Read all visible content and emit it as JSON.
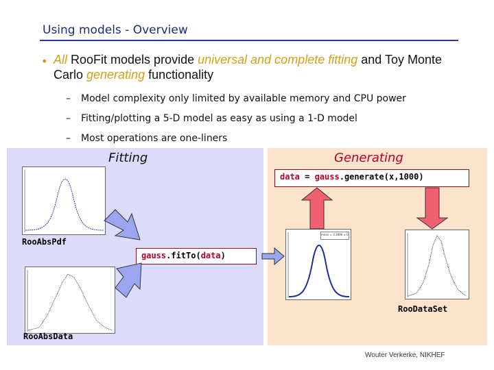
{
  "title": "Using models - Overview",
  "bullet": {
    "p1": "All",
    "p2": " RooFit models provide ",
    "p3": "universal and complete fitting",
    "p4": " and Toy Monte Carlo ",
    "p5": "generating",
    "p6": " functionality"
  },
  "subbullets": [
    "Model complexity only limited by available memory and CPU power",
    "Fitting/plotting a 5-D model as easy as using a 1-D model",
    "Most operations are one-liners"
  ],
  "dash": "–",
  "left_panel": {
    "heading": "Fitting",
    "pdf_label": "RooAbsPdf",
    "data_label": "RooAbsData",
    "fit_call": {
      "obj": "gauss",
      "method": ".fitTo(",
      "arg": "data",
      "close": ")"
    }
  },
  "right_panel": {
    "heading": "Generating",
    "gen_call": {
      "lhs": "data",
      "eq": " = ",
      "obj": "gauss",
      "rest": ".generate(x,1000)"
    },
    "dataset_label": "RooDataSet",
    "fit_stat_text": "mean = 3.3896 ± 0.013"
  },
  "author": "Wouter Verkerke, NIKHEF",
  "colors": {
    "accent_orange": "#f08a00",
    "code_red": "#b8002a",
    "left_panel_bg": "#dcdcfa",
    "right_panel_bg": "#fbe3cc",
    "arrow_blue": "#9aa6ef",
    "arrow_red": "#f06070"
  }
}
